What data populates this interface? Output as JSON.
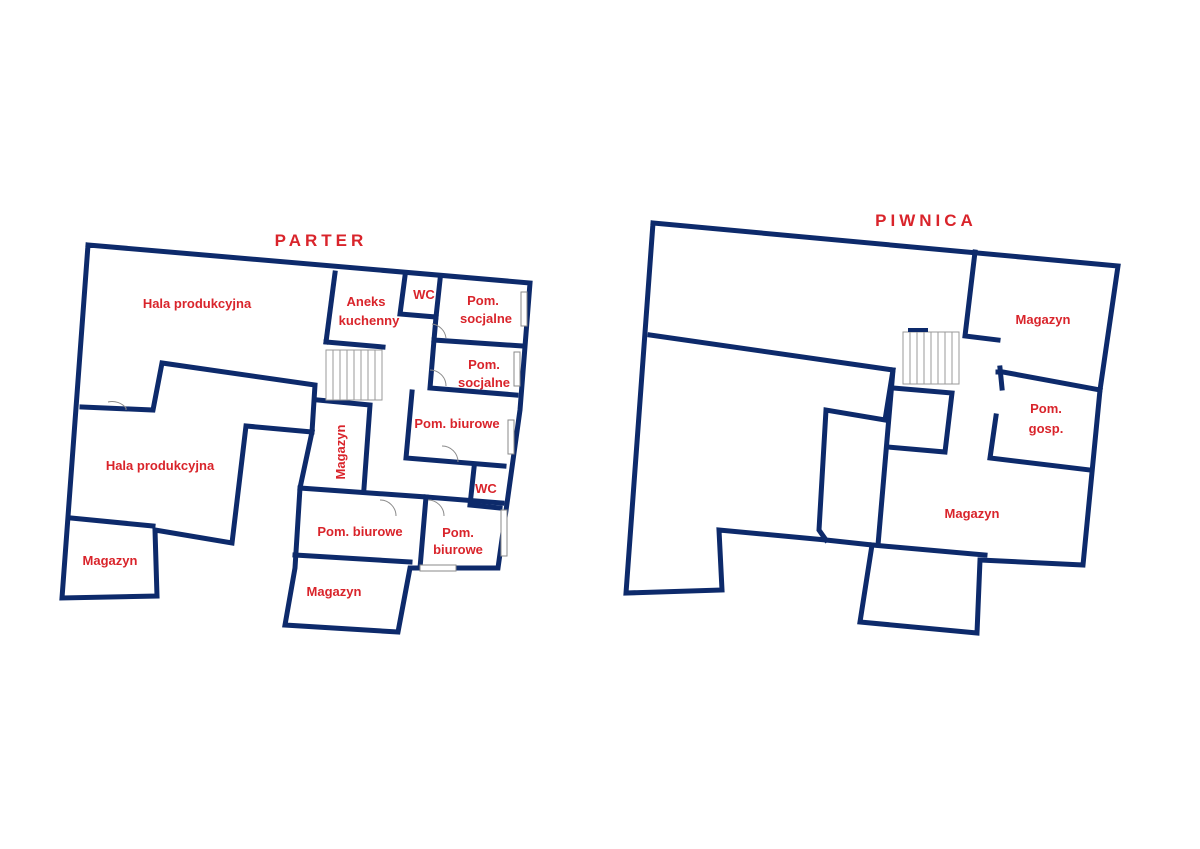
{
  "colors": {
    "wall": "#0d2a6b",
    "label": "#d9242b",
    "background": "#ffffff"
  },
  "parter": {
    "title": "PARTER",
    "rooms": {
      "hala1": "Hala produkcyjna",
      "hala2": "Hala produkcyjna",
      "magazyn_sw": "Magazyn",
      "magazyn_mid": "Magazyn",
      "magazyn_bottom": "Magazyn",
      "aneks_l1": "Aneks",
      "aneks_l2": "kuchenny",
      "wc_top": "WC",
      "socjalne1_l1": "Pom.",
      "socjalne1_l2": "socjalne",
      "socjalne2_l1": "Pom.",
      "socjalne2_l2": "socjalne",
      "biurowe_e": "Pom. biurowe",
      "wc_bottom": "WC",
      "biurowe_s": "Pom. biurowe",
      "biurowe_se_l1": "Pom.",
      "biurowe_se_l2": "biurowe"
    }
  },
  "piwnica": {
    "title": "PIWNICA",
    "rooms": {
      "magazyn_ne": "Magazyn",
      "gosp_l1": "Pom.",
      "gosp_l2": "gosp.",
      "magazyn_s": "Magazyn"
    }
  }
}
